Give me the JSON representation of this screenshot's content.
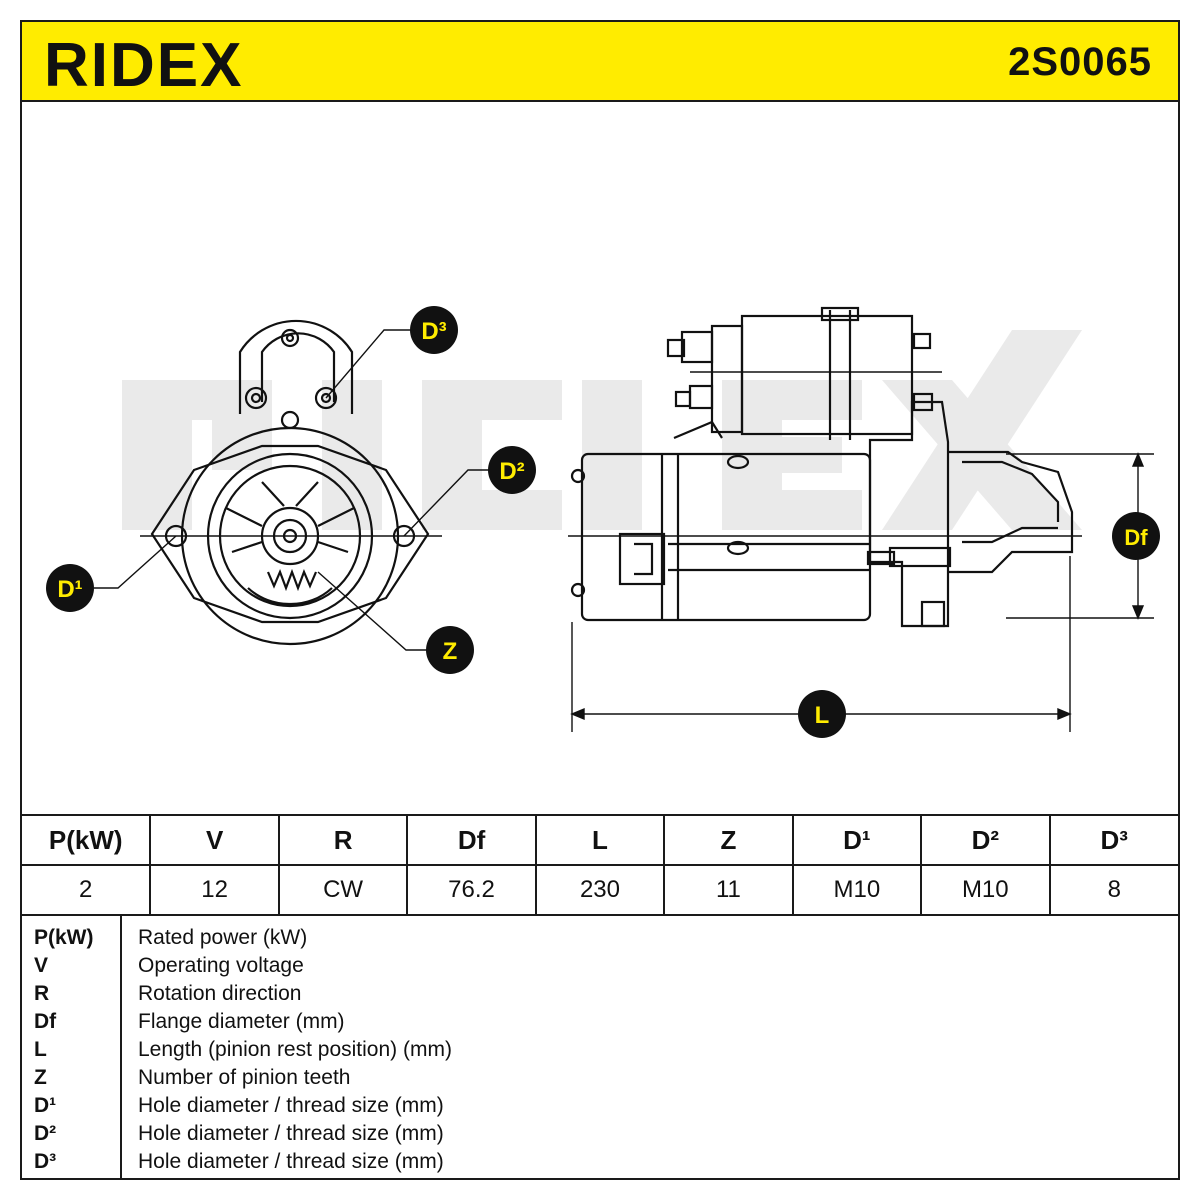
{
  "header": {
    "brand": "RIDEX",
    "part_number": "2S0065",
    "accent_color": "#ffec00"
  },
  "drawing": {
    "callouts": {
      "d3": "D³",
      "d2": "D²",
      "d1": "D¹",
      "z": "Z",
      "df": "Df",
      "l": "L"
    }
  },
  "specs": {
    "headers": [
      "P(kW)",
      "V",
      "R",
      "Df",
      "L",
      "Z",
      "D¹",
      "D²",
      "D³"
    ],
    "values": [
      "2",
      "12",
      "CW",
      "76.2",
      "230",
      "11",
      "M10",
      "M10",
      "8"
    ]
  },
  "legend": [
    {
      "key": "P(kW)",
      "desc": "Rated power (kW)"
    },
    {
      "key": "V",
      "desc": "Operating voltage"
    },
    {
      "key": "R",
      "desc": "Rotation direction"
    },
    {
      "key": "Df",
      "desc": "Flange diameter (mm)"
    },
    {
      "key": "L",
      "desc": "Length (pinion rest position) (mm)"
    },
    {
      "key": "Z",
      "desc": "Number of pinion teeth"
    },
    {
      "key": "D¹",
      "desc": "Hole diameter / thread size (mm)"
    },
    {
      "key": "D²",
      "desc": "Hole diameter / thread size (mm)"
    },
    {
      "key": "D³",
      "desc": "Hole diameter / thread size (mm)"
    }
  ]
}
